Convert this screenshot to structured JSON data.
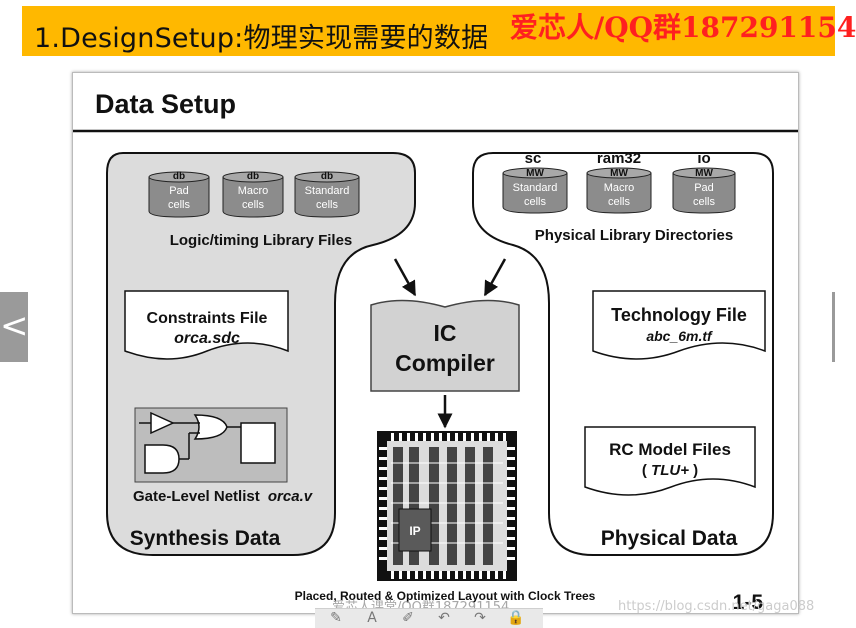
{
  "header": {
    "title": "1.DesignSetup:物理实现需要的数据",
    "watermark": "爱芯人/QQ群187291154"
  },
  "slide": {
    "heading": "Data Setup",
    "page_number": "1-5",
    "left_group": {
      "cylinders": [
        {
          "tag": "db",
          "line1": "Pad",
          "line2": "cells"
        },
        {
          "tag": "db",
          "line1": "Macro",
          "line2": "cells"
        },
        {
          "tag": "db",
          "line1": "Standard",
          "line2": "cells"
        }
      ],
      "library_label": "Logic/timing Library Files",
      "constraints_title": "Constraints File",
      "constraints_file": "orca.sdc",
      "netlist_label": "Gate-Level Netlist",
      "netlist_file": "orca.v",
      "group_label": "Synthesis Data"
    },
    "right_group": {
      "dir_labels": [
        "sc",
        "ram32",
        "io"
      ],
      "cylinders": [
        {
          "tag": "MW",
          "line1": "Standard",
          "line2": "cells"
        },
        {
          "tag": "MW",
          "line1": "Macro",
          "line2": "cells"
        },
        {
          "tag": "MW",
          "line1": "Pad",
          "line2": "cells"
        }
      ],
      "library_label": "Physical Library Directories",
      "tech_title": "Technology File",
      "tech_file": "abc_6m.tf",
      "rc_title": "RC Model Files",
      "rc_open": "(",
      "rc_file": "TLU+",
      "rc_close": ")",
      "group_label": "Physical Data"
    },
    "center": {
      "compiler_line1": "IC",
      "compiler_line2": "Compiler",
      "ip_label": "IP",
      "layout_caption": "Placed, Routed & Optimized Layout with Clock Trees"
    }
  },
  "navigation": {
    "prev": "<"
  },
  "toolbar": {
    "watermark": "爱芯人课堂/QQ群187291154",
    "url": "https://blog.csdn.net/gaga088",
    "tools": [
      {
        "name": "pen-tool-icon",
        "glyph": "✎"
      },
      {
        "name": "text-tool-icon",
        "glyph": "A"
      },
      {
        "name": "eraser-tool-icon",
        "glyph": "✐"
      },
      {
        "name": "undo-icon",
        "glyph": "↶"
      },
      {
        "name": "redo-icon",
        "glyph": "↷"
      },
      {
        "name": "lock-icon",
        "glyph": "🔒"
      }
    ]
  },
  "colors": {
    "title_bar": "#ffb800",
    "watermark": "#ff2020",
    "group_fill": "#dcdcdc",
    "cylinder_fill": "#8c8c8c",
    "compiler_fill": "#d2d2d2"
  }
}
